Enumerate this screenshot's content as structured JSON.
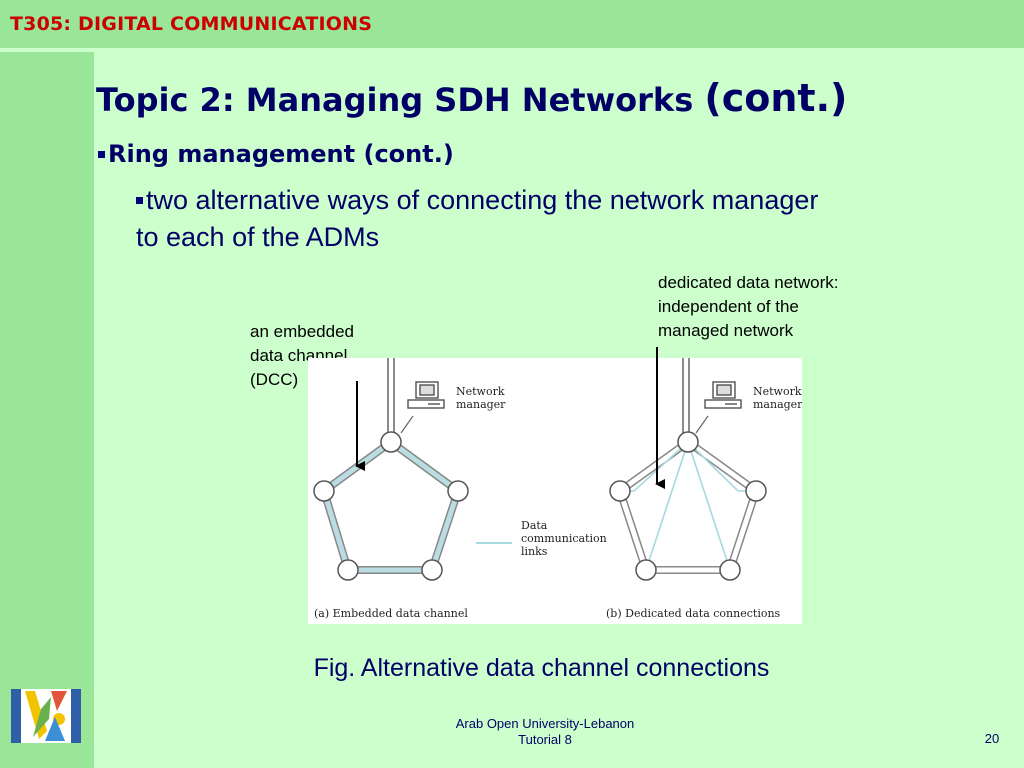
{
  "header": {
    "course_title": "T305: DIGITAL COMMUNICATIONS"
  },
  "slide": {
    "title_main": "Topic 2: Managing SDH Networks ",
    "title_cont": "(cont.)",
    "bullet_level1": "Ring management (cont.)",
    "bullet_level2_line1": "two alternative ways of connecting the network manager",
    "bullet_level2_line2": "to each of the ADMs"
  },
  "annotations": {
    "embedded_line1": "an embedded",
    "embedded_line2": "data channel",
    "embedded_line3": "(DCC)",
    "dedicated_line1": "dedicated data network:",
    "dedicated_line2": "independent of the",
    "dedicated_line3": "managed network"
  },
  "figure": {
    "manager_label_a_line1": "Network",
    "manager_label_a_line2": "manager",
    "manager_label_b_line1": "Network",
    "manager_label_b_line2": "manager",
    "legend_line1": "Data",
    "legend_line2": "communication",
    "legend_line3": "links",
    "caption_a": "(a)  Embedded data channel",
    "caption_b": "(b)  Dedicated data connections",
    "link_color": "#a8d8e0"
  },
  "caption": "Fig. Alternative data channel connections",
  "footer": {
    "institution": "Arab Open University-Lebanon",
    "tutorial": "Tutorial 8",
    "page_number": "20"
  },
  "colors": {
    "background": "#ccffcc",
    "band": "#99e699",
    "course_title": "#cc0000",
    "title": "#000066"
  }
}
